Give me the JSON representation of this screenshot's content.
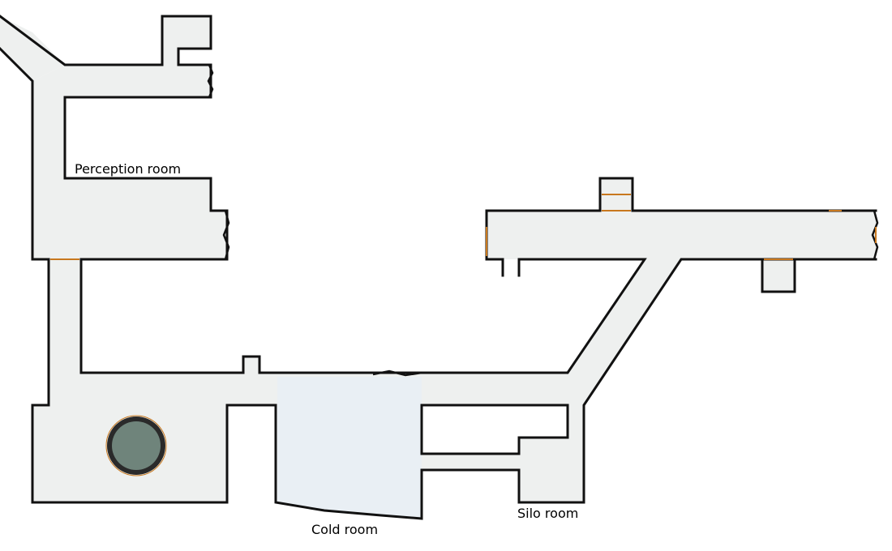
{
  "map": {
    "rooms": [
      {
        "id": "perception",
        "label": "Perception room"
      },
      {
        "id": "cold",
        "label": "Cold room"
      },
      {
        "id": "silo",
        "label": "Silo room"
      }
    ],
    "colors": {
      "floor": "#eef0ef",
      "cold_floor": "#e9eff4",
      "wall": "#111111",
      "door": "#c8781e",
      "pool_fill": "#6f847b",
      "pool_rim": "#2a2a2a"
    },
    "features": [
      "well-icon",
      "door-markers"
    ]
  }
}
